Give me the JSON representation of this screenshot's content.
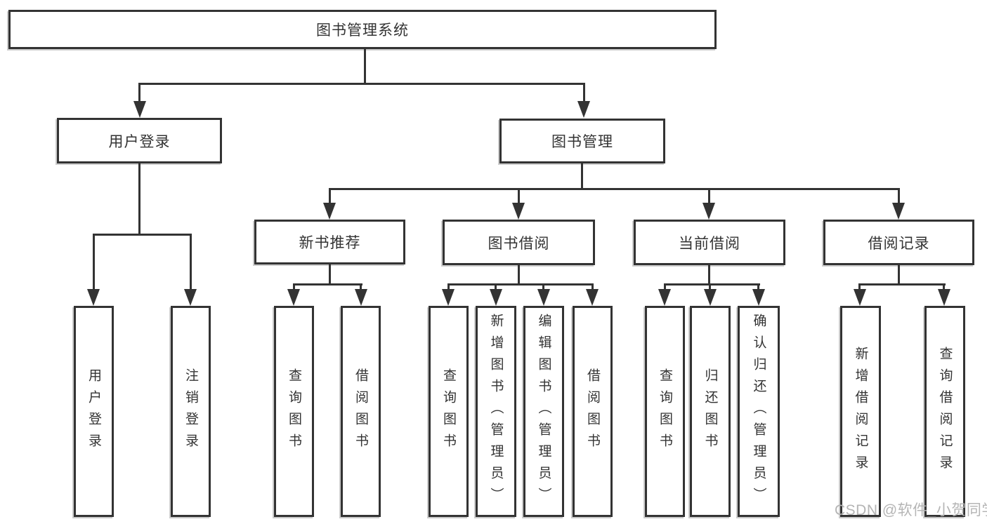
{
  "tree": {
    "root": {
      "label": "图书管理系统"
    },
    "branches": [
      {
        "label": "用户登录",
        "children": [
          {
            "label": "用户登录"
          },
          {
            "label": "注销登录"
          }
        ]
      },
      {
        "label": "图书管理",
        "children": [
          {
            "label": "新书推荐",
            "children": [
              {
                "label": "查询图书"
              },
              {
                "label": "借阅图书"
              }
            ]
          },
          {
            "label": "图书借阅",
            "children": [
              {
                "label": "查询图书"
              },
              {
                "label": "新增图书（管理员）"
              },
              {
                "label": "编辑图书（管理员）"
              },
              {
                "label": "借阅图书"
              }
            ]
          },
          {
            "label": "当前借阅",
            "children": [
              {
                "label": "查询图书"
              },
              {
                "label": "归还图书"
              },
              {
                "label": "确认归还（管理员）"
              }
            ]
          },
          {
            "label": "借阅记录",
            "children": [
              {
                "label": "新增借阅记录"
              },
              {
                "label": "查询借阅记录"
              }
            ]
          }
        ]
      }
    ]
  },
  "watermark": {
    "text": "CSDN @软件_小贺同学"
  },
  "colors": {
    "line": "#333333",
    "text": "#333333",
    "background": "#ffffff",
    "watermark": "#b5b5b5"
  }
}
